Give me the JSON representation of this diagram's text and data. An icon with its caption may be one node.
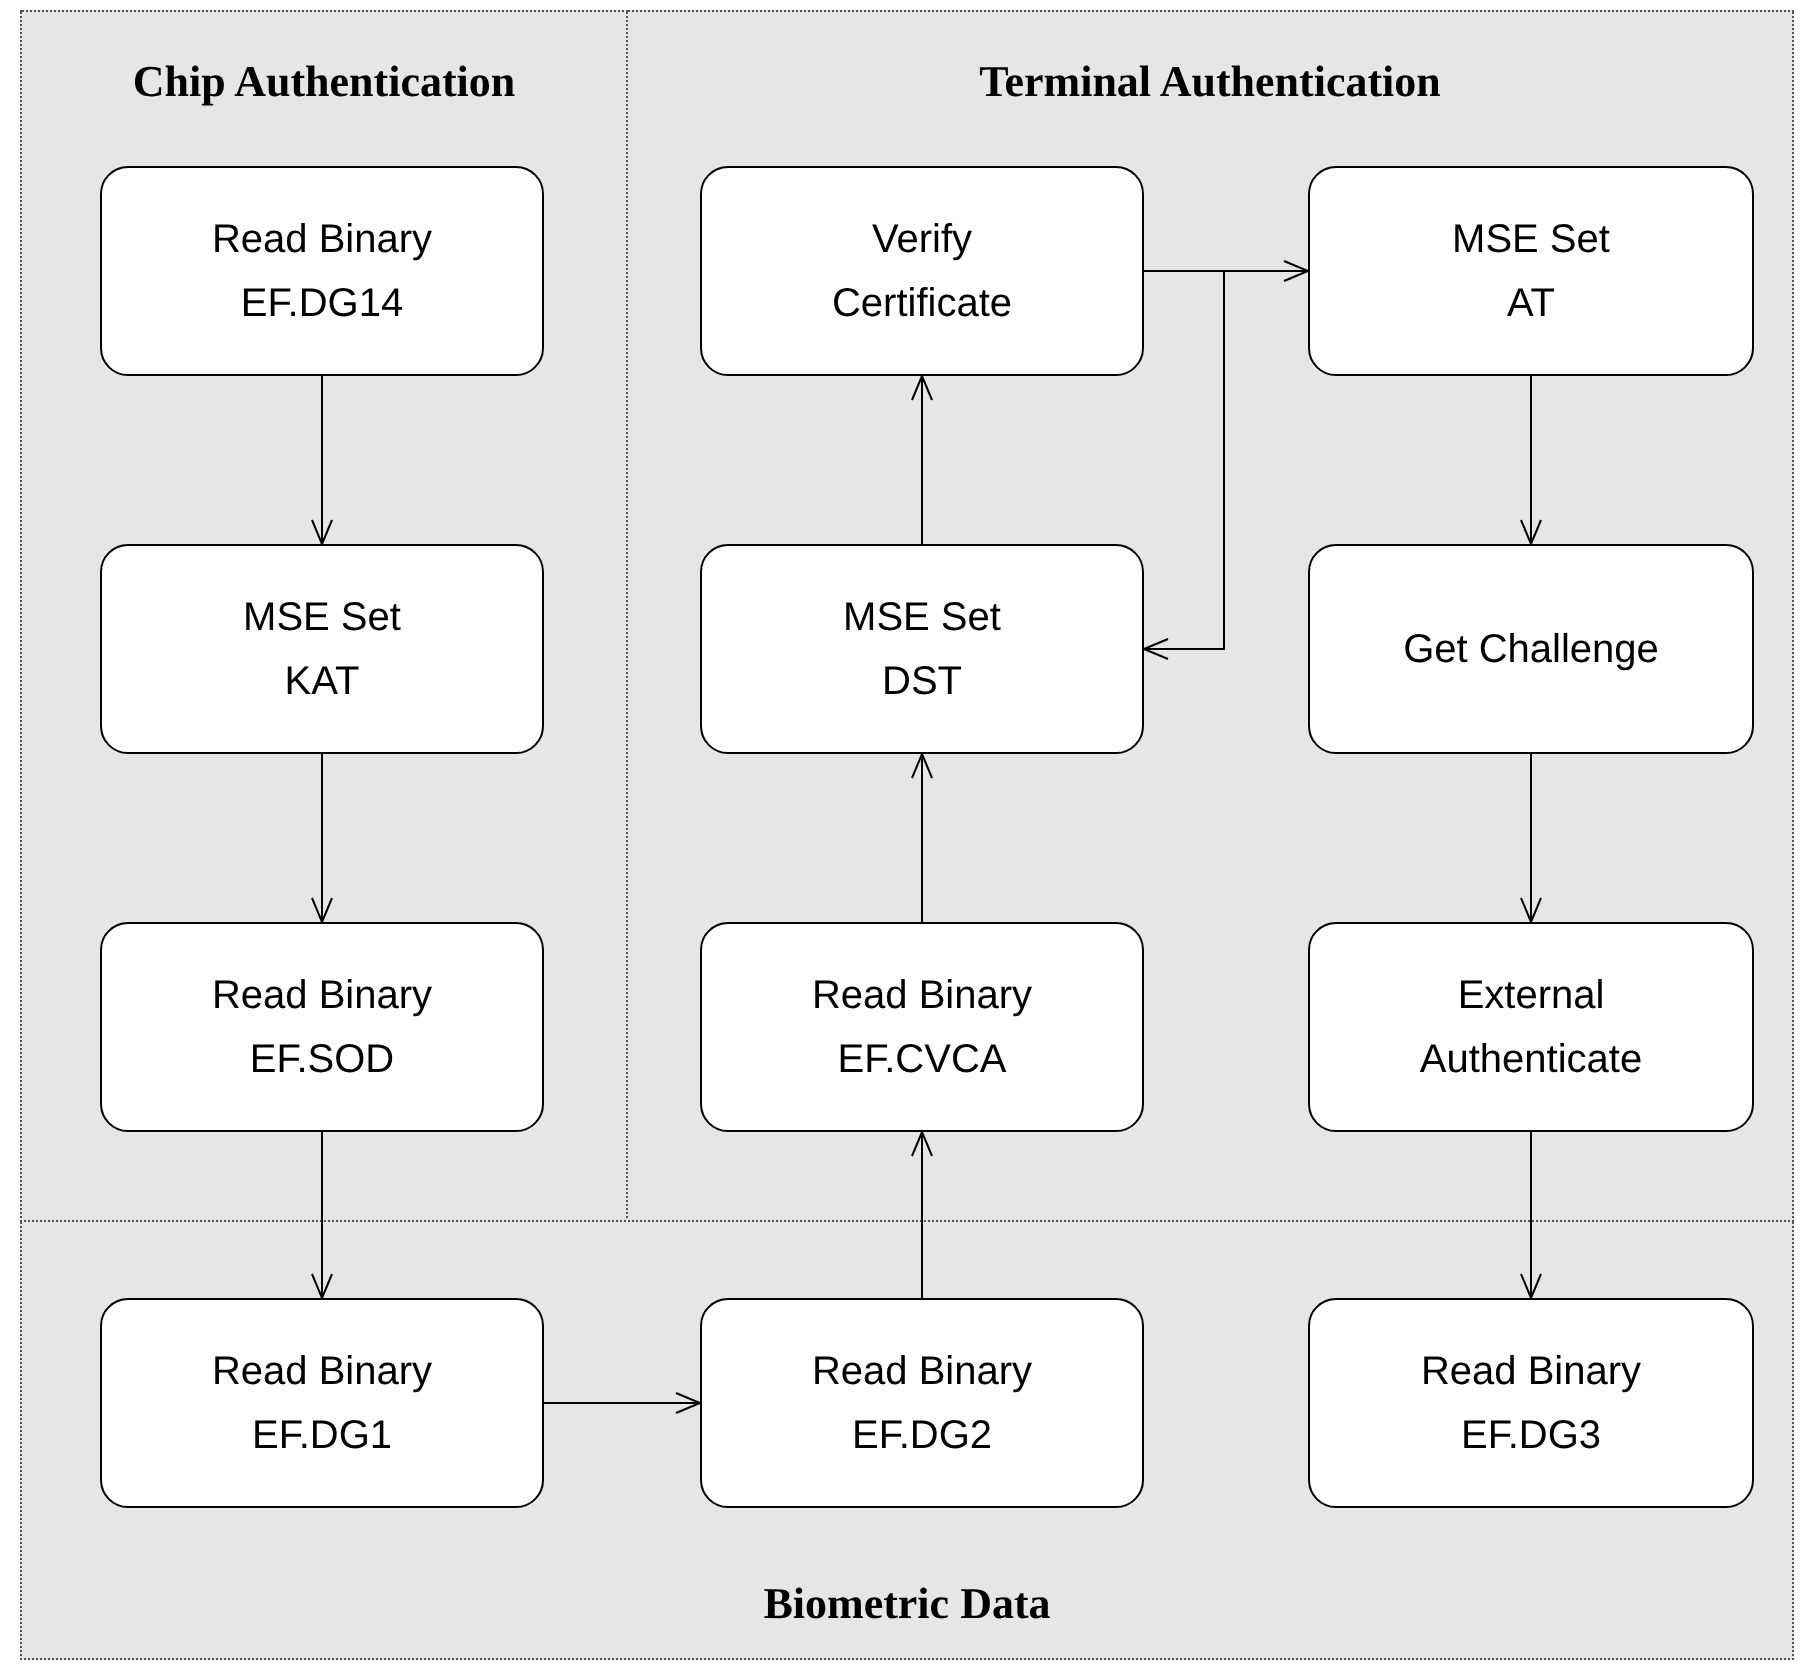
{
  "diagram": {
    "nodes": [
      {
        "text": [
          "Chip Authentication"
        ]
      },
      {
        "text": [
          "Terminal Authentication"
        ]
      },
      {
        "text": [
          "Biometric Data"
        ]
      },
      {
        "text": [
          "Read Binary",
          "EF.DG14"
        ],
        "in": 0
      },
      {
        "text": [
          "MSE Set",
          "KAT"
        ],
        "in": 0
      },
      {
        "text": [
          "Read Binary",
          "EF.SOD"
        ],
        "in": 0
      },
      {
        "text": [
          "Verify",
          "Certificate"
        ],
        "in": 1
      },
      {
        "text": [
          "MSE Set",
          "AT"
        ],
        "in": 1
      },
      {
        "text": [
          "MSE Set",
          "DST"
        ],
        "in": 1
      },
      {
        "text": [
          "Get Challenge"
        ],
        "in": 1
      },
      {
        "text": [
          "Read Binary",
          "EF.CVCA"
        ],
        "in": 1
      },
      {
        "text": [
          "External",
          "Authenticate"
        ],
        "in": 1
      },
      {
        "text": [
          "Read Binary",
          "EF.DG1"
        ],
        "in": 2
      },
      {
        "text": [
          "Read Binary",
          "EF.DG2"
        ],
        "in": 2
      },
      {
        "text": [
          "Read Binary",
          "EF.DG3"
        ],
        "in": 2
      }
    ],
    "edges": [
      {
        "from": 3,
        "to": 4,
        "arrow": "to"
      },
      {
        "from": 4,
        "to": 5,
        "arrow": "to"
      },
      {
        "from": 5,
        "to": 12,
        "arrow": "to"
      },
      {
        "from": 12,
        "to": 13,
        "arrow": "to"
      },
      {
        "from": 13,
        "to": 10,
        "arrow": "to"
      },
      {
        "from": 10,
        "to": 8,
        "arrow": "to"
      },
      {
        "from": 8,
        "to": 6,
        "arrow": "to"
      },
      {
        "from": 6,
        "to": 7,
        "arrow": "to"
      },
      {
        "from": 6,
        "to": 8,
        "arrow": "to"
      },
      {
        "from": 7,
        "to": 9,
        "arrow": "to"
      },
      {
        "from": 9,
        "to": 11,
        "arrow": "to"
      },
      {
        "from": 11,
        "to": 14,
        "arrow": "to"
      }
    ]
  }
}
